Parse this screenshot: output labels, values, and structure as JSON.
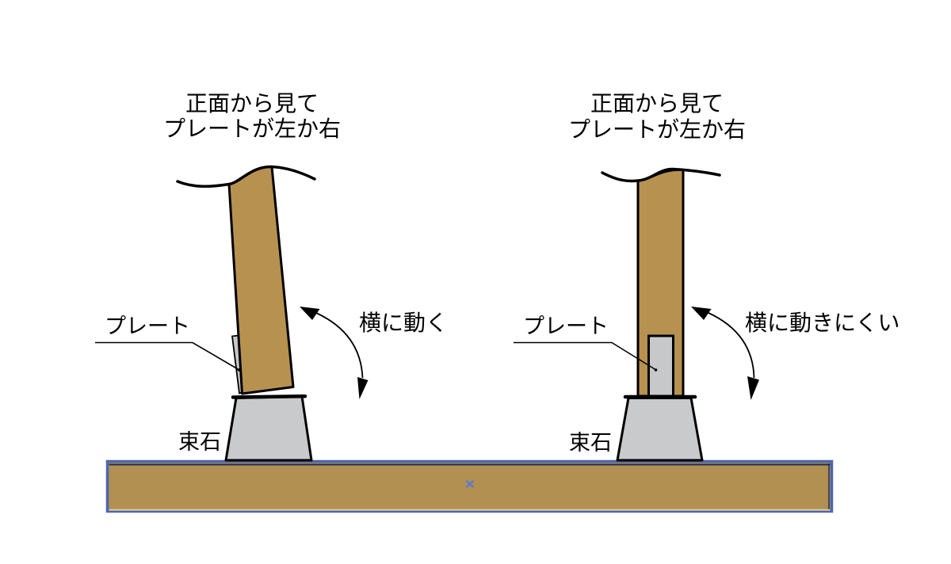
{
  "diagram": {
    "left": {
      "heading_line1": "正面から見て",
      "heading_line2": "プレートが左か右",
      "plate_label": "プレート",
      "stone_label": "束石",
      "motion_label": "横に動く"
    },
    "right": {
      "heading_line1": "正面から見て",
      "heading_line2": "プレートが左か右",
      "plate_label": "プレート",
      "stone_label": "束石",
      "motion_label": "横に動きにくい"
    }
  },
  "colors": {
    "wood": "#b79150",
    "ground": "#b29052",
    "stone": "#c9cacb",
    "plate": "#c7c8ca",
    "outline": "#000000",
    "selection_border": "#4c66ae",
    "selection_inner_line": "#1c2b57",
    "selection_bottom_line": "#dbcda4",
    "selection_marker": "#5b79d0"
  }
}
